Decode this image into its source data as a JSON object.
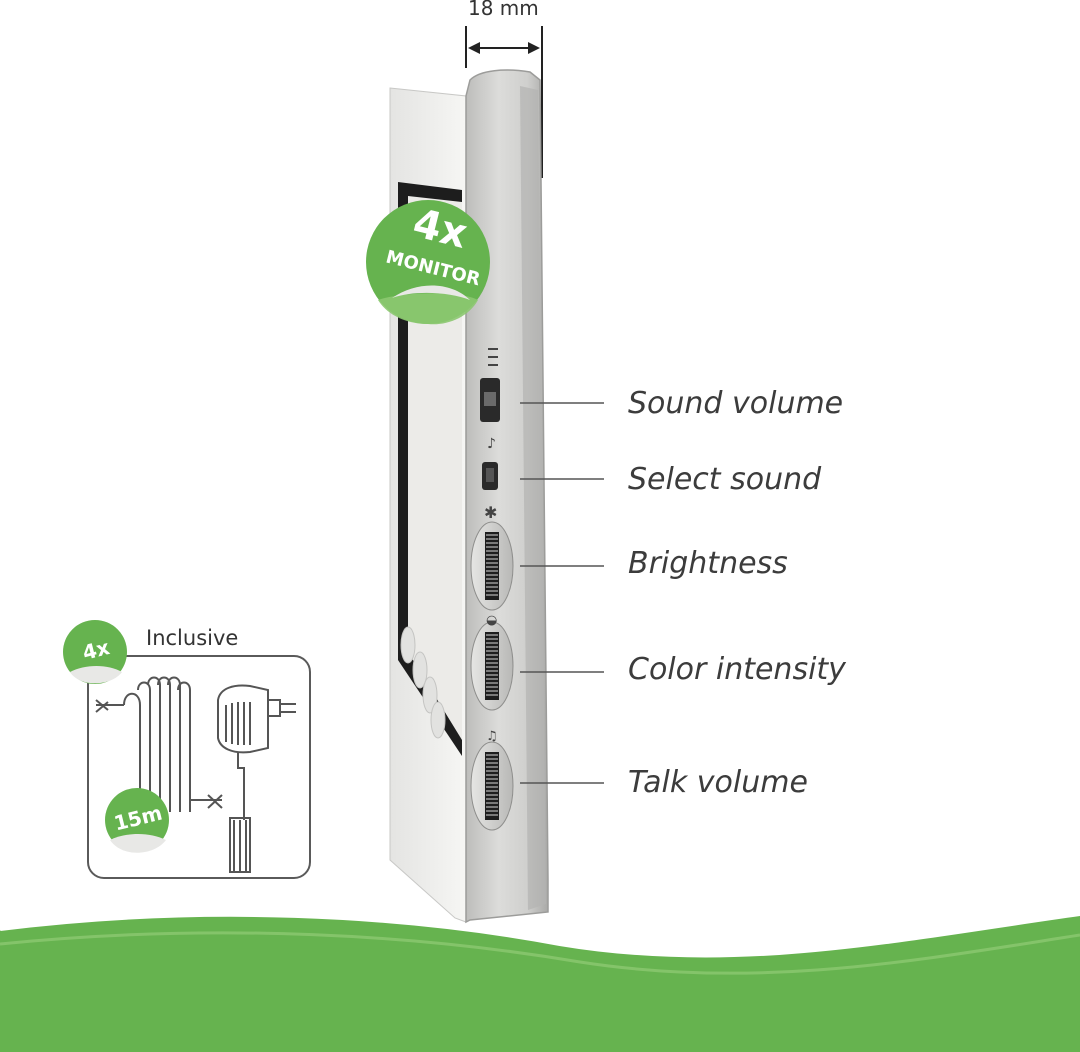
{
  "dimension": {
    "depth_label": "18 mm"
  },
  "badge_monitor": {
    "count": "4x",
    "text": "MONITOR"
  },
  "inclusive": {
    "title": "Inclusive",
    "badge": "4x",
    "cable_length": "15m"
  },
  "controls": [
    {
      "label": "Sound volume"
    },
    {
      "label": "Select sound"
    },
    {
      "label": "Brightness"
    },
    {
      "label": "Color intensity"
    },
    {
      "label": "Talk volume"
    }
  ],
  "colors": {
    "green": "#66b34f",
    "green_light": "#8cc870",
    "device_silver": "#c9c9c7",
    "device_white": "#f3f3f1",
    "text": "#3c3c3c"
  }
}
